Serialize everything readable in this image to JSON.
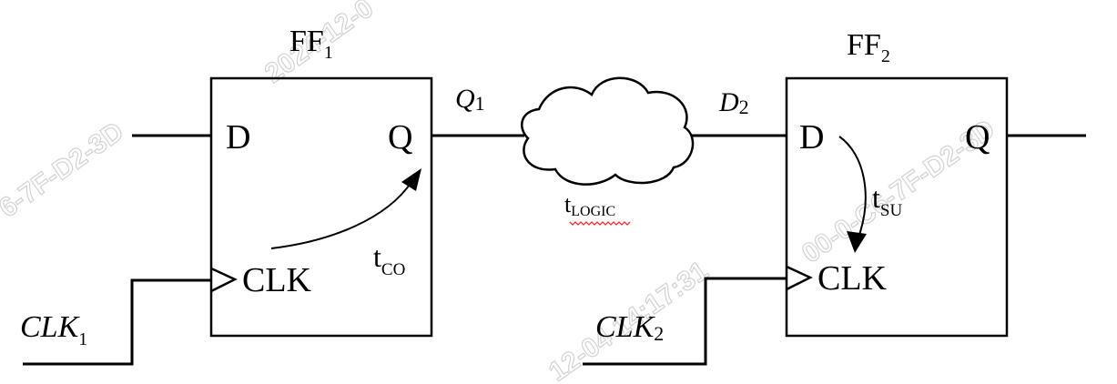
{
  "ff1": {
    "title": "FF",
    "title_sub": "1",
    "d_label": "D",
    "q_label": "Q",
    "clk_label": "CLK"
  },
  "ff2": {
    "title": "FF",
    "title_sub": "2",
    "d_label": "D",
    "q_label": "Q",
    "clk_label": "CLK"
  },
  "signals": {
    "q1": "Q",
    "q1_sub": "1",
    "d2": "D",
    "d2_sub": "2",
    "clk1": "CLK",
    "clk1_sub": "1",
    "clk2": "CLK",
    "clk2_sub": "2"
  },
  "timing": {
    "tco": "t",
    "tco_sub": "CO",
    "tsu": "t",
    "tsu_sub": "SU",
    "tlogic": "t",
    "tlogic_sub": "LOGIC"
  },
  "watermark": {
    "text_1": "2024-12-0",
    "text_2": "6-7F-D2-3D",
    "text_3": "12-04 14:17:31",
    "text_4": "00-0-C6-7F-D2-3D"
  }
}
